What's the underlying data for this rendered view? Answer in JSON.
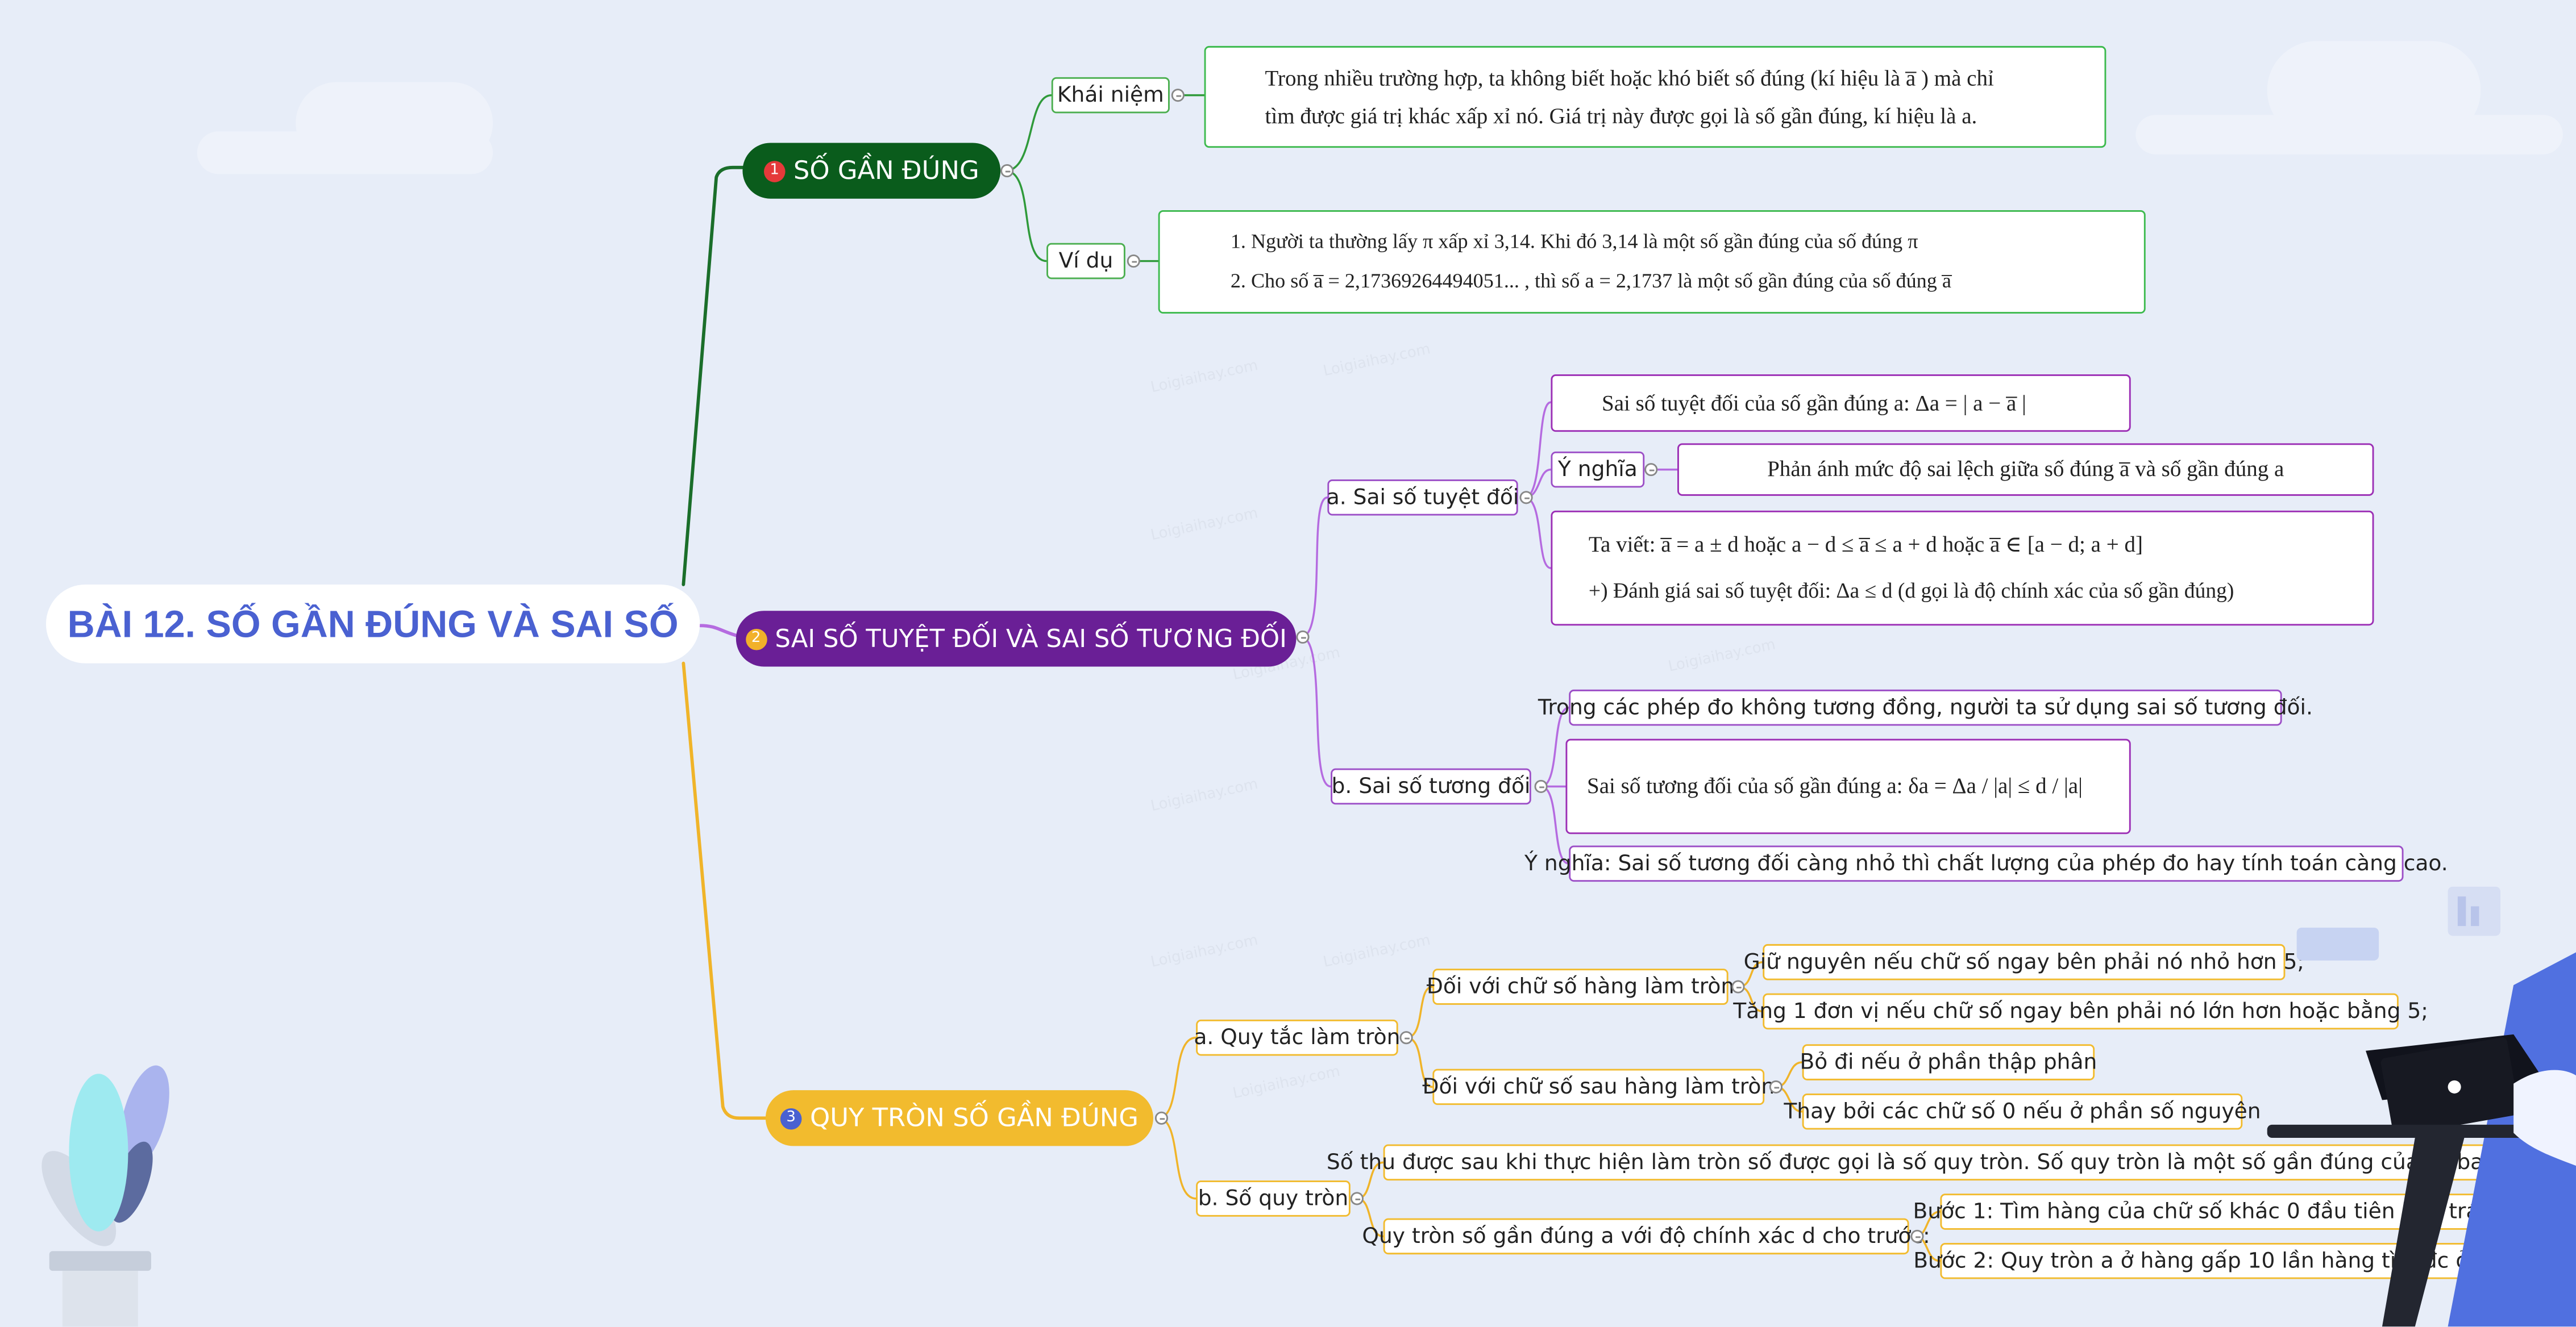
{
  "root_title": "BÀI 12. SỐ GẦN ĐÚNG VÀ SAI SỐ",
  "branch1": {
    "number": "1",
    "title": "SỐ GẦN ĐÚNG",
    "concept_label": "Khái niệm",
    "concept_line1": "Trong nhiều trường hợp, ta không biết hoặc khó biết số đúng (kí hiệu là a̅ ) mà chỉ",
    "concept_line2": "tìm được giá trị khác xấp xỉ nó. Giá trị này được gọi là số gần đúng, kí hiệu là a.",
    "example_label": "Ví dụ",
    "example_line1": "1. Người ta thường lấy π xấp xỉ 3,14. Khi đó 3,14 là một số gần đúng của số đúng π",
    "example_line2": "2. Cho số a̅ = 2,17369264494051... , thì số a = 2,1737 là một số gần đúng của số đúng a̅"
  },
  "branch2": {
    "number": "2",
    "title": "SAI SỐ TUYỆT ĐỐI VÀ SAI SỐ TƯƠNG ĐỐI",
    "abs_label": "a. Sai số tuyệt đối",
    "abs_def": "Sai số tuyệt đối của số gần đúng a: Δa = | a − a̅ |",
    "meaning_label": "Ý nghĩa",
    "meaning_text": "Phản ánh mức độ sai lệch giữa số đúng a̅ và số gần đúng a",
    "write_line": "Ta viết: a̅ = a ± d hoặc a − d ≤ a̅ ≤ a + d hoặc a̅ ∈ [a − d; a + d]",
    "estimate_line": "+) Đánh giá sai số tuyệt đối: Δa ≤ d (d gọi là độ chính xác của số gần đúng)",
    "rel_label": "b. Sai số tương đối",
    "rel_note": "Trong các phép đo không tương đồng, người ta sử dụng sai số tương đối.",
    "rel_def": "Sai số tương đối của số gần đúng a: δa = Δa / |a| ≤ d / |a|",
    "rel_meaning": "Ý nghĩa: Sai số tương đối càng nhỏ thì chất lượng của phép đo hay tính toán càng cao."
  },
  "branch3": {
    "number": "3",
    "title": "QUY TRÒN SỐ GẦN ĐÚNG",
    "rule_label": "a. Quy tắc làm tròn",
    "rule_round_label": "Đối với chữ số hàng làm tròn",
    "rule_round_1": "Giữ nguyên nếu chữ số ngay bên phải nó nhỏ hơn 5;",
    "rule_round_2": "Tăng 1 đơn vị nếu chữ số ngay bên phải nó lớn hơn hoặc bằng 5;",
    "rule_after_label": "Đối với chữ số sau hàng làm tròn",
    "rule_after_1": "Bỏ đi nếu ở phần thập phân",
    "rule_after_2": "Thay bởi các chữ số 0 nếu ở phần số nguyên",
    "rounded_label": "b. Số quy tròn",
    "rounded_def": "Số thu được sau khi thực hiện làm tròn số được gọi là số quy tròn. Số quy tròn là một số gần đúng của số ban đầu",
    "rounded_proc_label": "Quy tròn số gần đúng a với độ chính xác d cho trước:",
    "step1": "Bước 1: Tìm hàng của chữ số khác 0 đầu tiên bên trái của d.",
    "step2": "Bước 2: Quy tròn a ở hàng gấp 10 lần hàng tìm đc ở trên."
  },
  "colors": {
    "branch1": "#0a5c1c",
    "branch2": "#6a1f96",
    "branch3": "#f2bb2e",
    "line1": "#1a6e2a",
    "line2": "#b56be0",
    "line3": "#f0b429"
  }
}
